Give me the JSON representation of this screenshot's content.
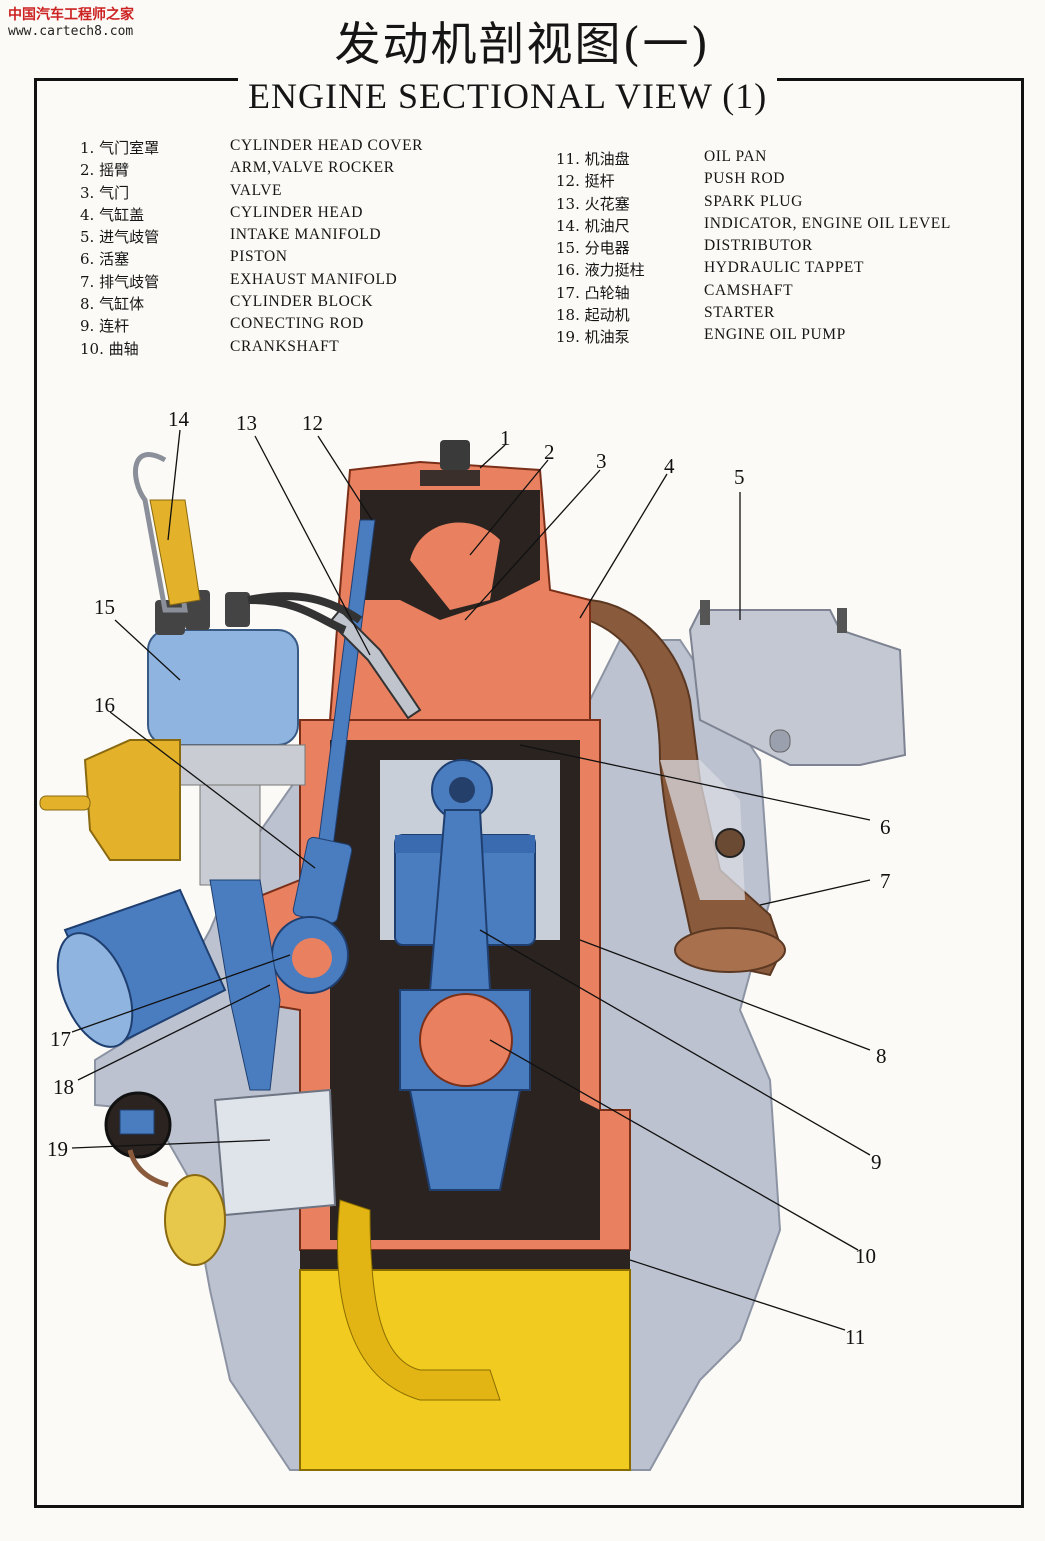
{
  "watermark": {
    "site_cn": "中国汽车工程师之家",
    "url": "www.cartech8.com"
  },
  "title": {
    "cn": "发动机剖视图(一)",
    "en": "ENGINE SECTIONAL VIEW (1)"
  },
  "legend_left": [
    {
      "cn": "1. 气门室罩",
      "en": "CYLINDER HEAD COVER"
    },
    {
      "cn": "2. 摇臂",
      "en": "ARM,VALVE ROCKER"
    },
    {
      "cn": "3. 气门",
      "en": "VALVE"
    },
    {
      "cn": "4. 气缸盖",
      "en": "CYLINDER HEAD"
    },
    {
      "cn": "5. 进气歧管",
      "en": "INTAKE MANIFOLD"
    },
    {
      "cn": "6. 活塞",
      "en": "PISTON"
    },
    {
      "cn": "7. 排气歧管",
      "en": "EXHAUST MANIFOLD"
    },
    {
      "cn": "8. 气缸体",
      "en": "CYLINDER BLOCK"
    },
    {
      "cn": "9. 连杆",
      "en": "CONECTING ROD"
    },
    {
      "cn": "10. 曲轴",
      "en": "CRANKSHAFT"
    }
  ],
  "legend_right": [
    {
      "cn": "11. 机油盘",
      "en": "OIL PAN"
    },
    {
      "cn": "12. 挺杆",
      "en": "PUSH ROD"
    },
    {
      "cn": "13. 火花塞",
      "en": "SPARK PLUG"
    },
    {
      "cn": "14. 机油尺",
      "en": "INDICATOR, ENGINE OIL LEVEL"
    },
    {
      "cn": "15. 分电器",
      "en": "DISTRIBUTOR"
    },
    {
      "cn": "16. 液力挺柱",
      "en": "HYDRAULIC TAPPET"
    },
    {
      "cn": "17. 凸轮轴",
      "en": "CAMSHAFT"
    },
    {
      "cn": "18. 起动机",
      "en": "STARTER"
    },
    {
      "cn": "19. 机油泵",
      "en": "ENGINE OIL PUMP"
    }
  ],
  "callouts": [
    "1",
    "2",
    "3",
    "4",
    "5",
    "6",
    "7",
    "8",
    "9",
    "10",
    "11",
    "12",
    "13",
    "14",
    "15",
    "16",
    "17",
    "18",
    "19"
  ],
  "colors": {
    "cut_section": "#e9805f",
    "piston_rod": "#4a7cc0",
    "oil": "#f1cb1f",
    "housing": "#bcc2cf",
    "dark_cavity": "#2a2320",
    "exhaust": "#8a5a3c",
    "distributor": "#8fb4df",
    "vacuum_unit": "#e3b12a"
  }
}
